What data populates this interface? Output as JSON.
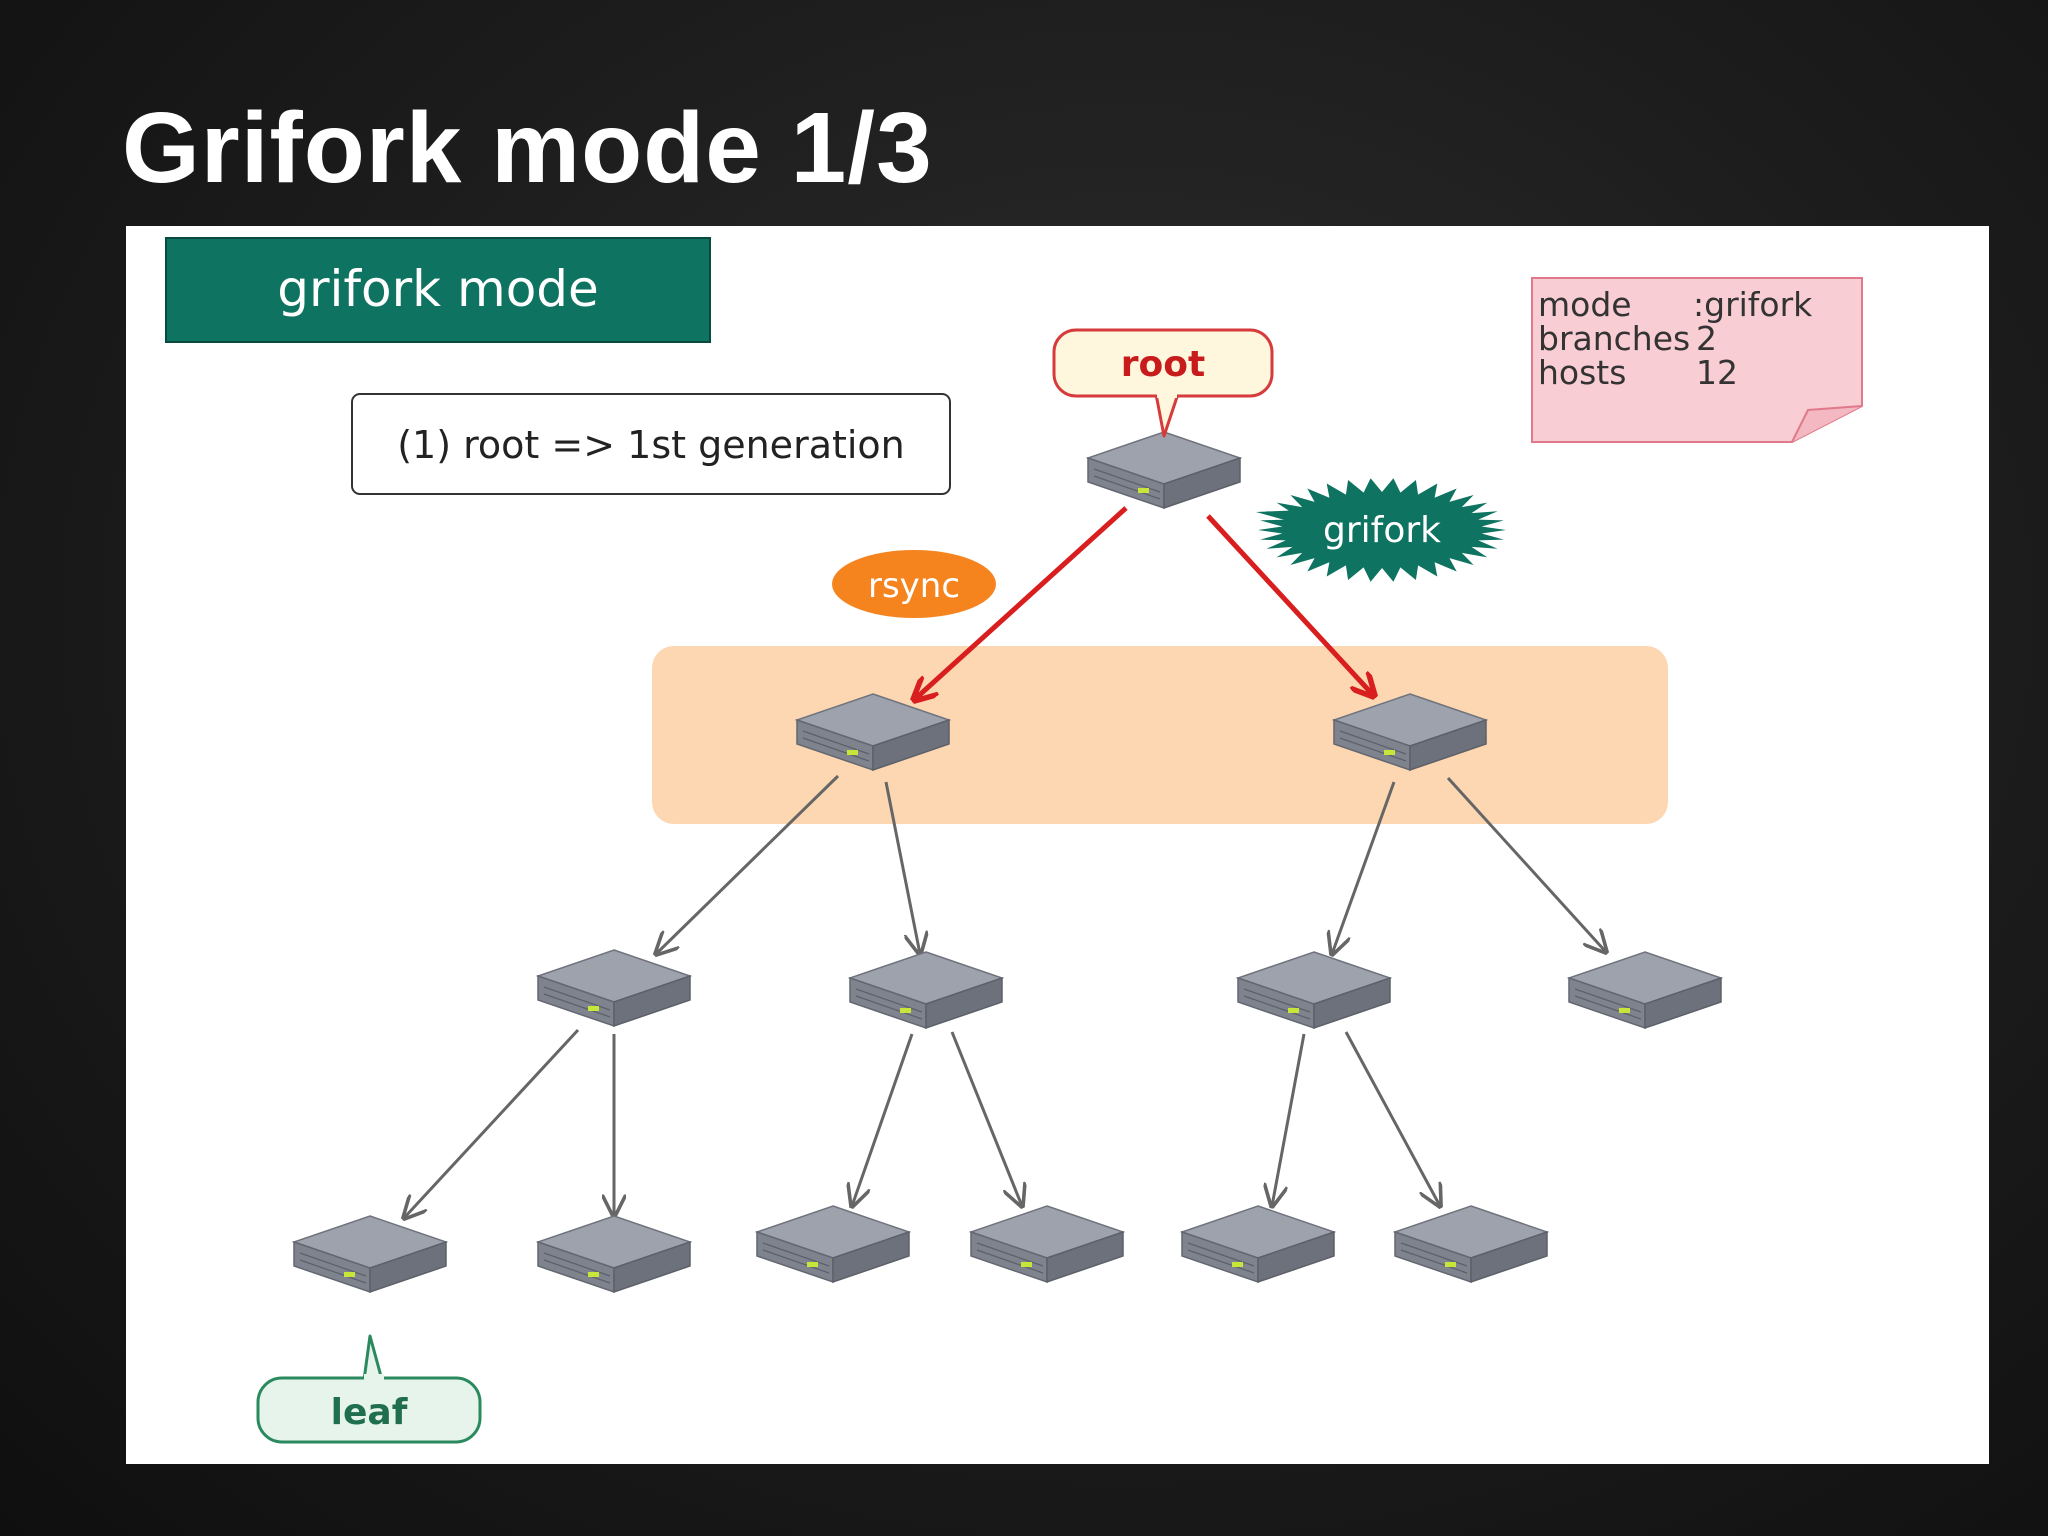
{
  "slide": {
    "title": "Grifork mode 1/3"
  },
  "diagram": {
    "mode_banner": "grifork mode",
    "step_label": "(1) root => 1st generation",
    "info_note": {
      "rows": [
        {
          "key": "mode",
          "value": ":grifork"
        },
        {
          "key": "branches",
          "value": "2"
        },
        {
          "key": "hosts",
          "value": "12"
        }
      ]
    },
    "callouts": {
      "root": "root",
      "leaf": "leaf",
      "rsync": "rsync",
      "grifork": "grifork"
    },
    "colors": {
      "banner_green": "#0e7360",
      "callout_red": "#d63a3a",
      "arrow_red": "#d81e1e",
      "rsync_orange": "#f5841f",
      "highlight_peach": "#fdd3a8",
      "note_pink": "#f8cdd3",
      "leaf_green": "#e6f4ec"
    }
  }
}
